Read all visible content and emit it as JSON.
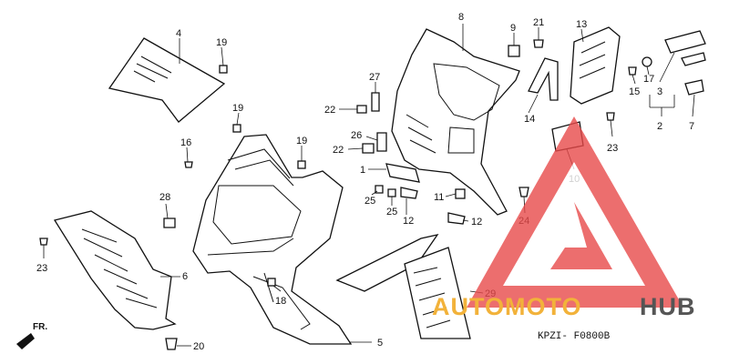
{
  "diagram": {
    "code": "KPZI- F0800B",
    "direction_label": "FR.",
    "callouts": [
      "4",
      "19",
      "19",
      "16",
      "19",
      "28",
      "23",
      "6",
      "18",
      "20",
      "5",
      "8",
      "27",
      "22",
      "26",
      "22",
      "1",
      "25",
      "25",
      "11",
      "12",
      "12",
      "9",
      "21",
      "13",
      "14",
      "15",
      "17",
      "3",
      "2",
      "7",
      "23",
      "10",
      "24",
      "29"
    ]
  },
  "watermark": {
    "word_a": "AUTOMOTO",
    "word_b": "HUB",
    "color_a": "#f2b23a",
    "color_b": "#555555",
    "triangle_color": "#e84a4a"
  }
}
